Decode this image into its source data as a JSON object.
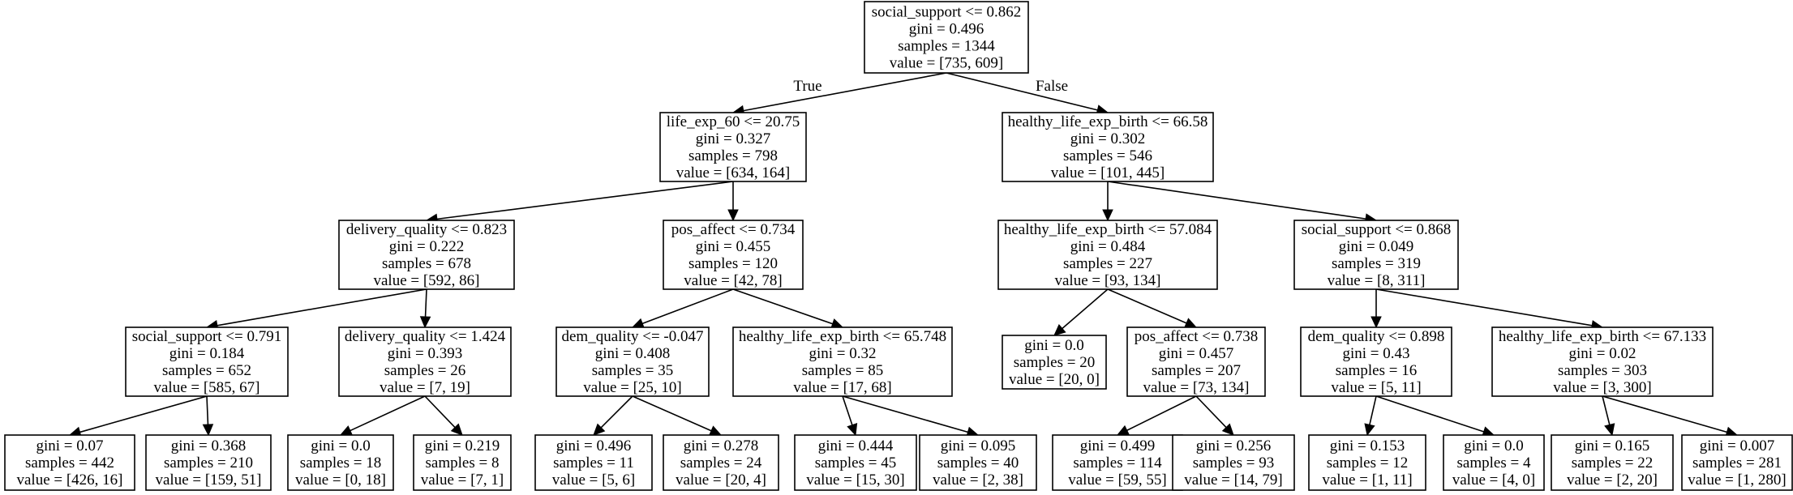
{
  "tree": {
    "nodes": [
      {
        "id": "n0",
        "lines": [
          "social_support <= 0.862",
          "gini = 0.496",
          "samples = 1344",
          "value = [735, 609]"
        ]
      },
      {
        "id": "n1",
        "lines": [
          "life_exp_60 <= 20.75",
          "gini = 0.327",
          "samples = 798",
          "value = [634, 164]"
        ]
      },
      {
        "id": "n2",
        "lines": [
          "healthy_life_exp_birth <= 66.58",
          "gini = 0.302",
          "samples = 546",
          "value = [101, 445]"
        ]
      },
      {
        "id": "n3",
        "lines": [
          "delivery_quality <= 0.823",
          "gini = 0.222",
          "samples = 678",
          "value = [592, 86]"
        ]
      },
      {
        "id": "n4",
        "lines": [
          "pos_affect <= 0.734",
          "gini = 0.455",
          "samples = 120",
          "value = [42, 78]"
        ]
      },
      {
        "id": "n5",
        "lines": [
          "healthy_life_exp_birth <= 57.084",
          "gini = 0.484",
          "samples = 227",
          "value = [93, 134]"
        ]
      },
      {
        "id": "n6",
        "lines": [
          "social_support <= 0.868",
          "gini = 0.049",
          "samples = 319",
          "value = [8, 311]"
        ]
      },
      {
        "id": "n7",
        "lines": [
          "social_support <= 0.791",
          "gini = 0.184",
          "samples = 652",
          "value = [585, 67]"
        ]
      },
      {
        "id": "n8",
        "lines": [
          "delivery_quality <= 1.424",
          "gini = 0.393",
          "samples = 26",
          "value = [7, 19]"
        ]
      },
      {
        "id": "n9",
        "lines": [
          "dem_quality <= -0.047",
          "gini = 0.408",
          "samples = 35",
          "value = [25, 10]"
        ]
      },
      {
        "id": "n10",
        "lines": [
          "healthy_life_exp_birth <= 65.748",
          "gini = 0.32",
          "samples = 85",
          "value = [17, 68]"
        ]
      },
      {
        "id": "n11",
        "lines": [
          "gini = 0.0",
          "samples = 20",
          "value = [20, 0]"
        ]
      },
      {
        "id": "n12",
        "lines": [
          "pos_affect <= 0.738",
          "gini = 0.457",
          "samples = 207",
          "value = [73, 134]"
        ]
      },
      {
        "id": "n13",
        "lines": [
          "dem_quality <= 0.898",
          "gini = 0.43",
          "samples = 16",
          "value = [5, 11]"
        ]
      },
      {
        "id": "n14",
        "lines": [
          "healthy_life_exp_birth <= 67.133",
          "gini = 0.02",
          "samples = 303",
          "value = [3, 300]"
        ]
      },
      {
        "id": "n15",
        "lines": [
          "gini = 0.07",
          "samples = 442",
          "value = [426, 16]"
        ]
      },
      {
        "id": "n16",
        "lines": [
          "gini = 0.368",
          "samples = 210",
          "value = [159, 51]"
        ]
      },
      {
        "id": "n17",
        "lines": [
          "gini = 0.0",
          "samples = 18",
          "value = [0, 18]"
        ]
      },
      {
        "id": "n18",
        "lines": [
          "gini = 0.219",
          "samples = 8",
          "value = [7, 1]"
        ]
      },
      {
        "id": "n19",
        "lines": [
          "gini = 0.496",
          "samples = 11",
          "value = [5, 6]"
        ]
      },
      {
        "id": "n20",
        "lines": [
          "gini = 0.278",
          "samples = 24",
          "value = [20, 4]"
        ]
      },
      {
        "id": "n21",
        "lines": [
          "gini = 0.444",
          "samples = 45",
          "value = [15, 30]"
        ]
      },
      {
        "id": "n22",
        "lines": [
          "gini = 0.095",
          "samples = 40",
          "value = [2, 38]"
        ]
      },
      {
        "id": "n23",
        "lines": [
          "gini = 0.499",
          "samples = 114",
          "value = [59, 55]"
        ]
      },
      {
        "id": "n24",
        "lines": [
          "gini = 0.256",
          "samples = 93",
          "value = [14, 79]"
        ]
      },
      {
        "id": "n25",
        "lines": [
          "gini = 0.153",
          "samples = 12",
          "value = [1, 11]"
        ]
      },
      {
        "id": "n26",
        "lines": [
          "gini = 0.0",
          "samples = 4",
          "value = [4, 0]"
        ]
      },
      {
        "id": "n27",
        "lines": [
          "gini = 0.165",
          "samples = 22",
          "value = [2, 20]"
        ]
      },
      {
        "id": "n28",
        "lines": [
          "gini = 0.007",
          "samples = 281",
          "value = [1, 280]"
        ]
      }
    ],
    "edges": [
      {
        "from": "n0",
        "to": "n1",
        "label": "True"
      },
      {
        "from": "n0",
        "to": "n2",
        "label": "False"
      },
      {
        "from": "n1",
        "to": "n3"
      },
      {
        "from": "n1",
        "to": "n4"
      },
      {
        "from": "n2",
        "to": "n5"
      },
      {
        "from": "n2",
        "to": "n6"
      },
      {
        "from": "n3",
        "to": "n7"
      },
      {
        "from": "n3",
        "to": "n8"
      },
      {
        "from": "n4",
        "to": "n9"
      },
      {
        "from": "n4",
        "to": "n10"
      },
      {
        "from": "n5",
        "to": "n11"
      },
      {
        "from": "n5",
        "to": "n12"
      },
      {
        "from": "n6",
        "to": "n13"
      },
      {
        "from": "n6",
        "to": "n14"
      },
      {
        "from": "n7",
        "to": "n15"
      },
      {
        "from": "n7",
        "to": "n16"
      },
      {
        "from": "n8",
        "to": "n17"
      },
      {
        "from": "n8",
        "to": "n18"
      },
      {
        "from": "n9",
        "to": "n19"
      },
      {
        "from": "n9",
        "to": "n20"
      },
      {
        "from": "n10",
        "to": "n21"
      },
      {
        "from": "n10",
        "to": "n22"
      },
      {
        "from": "n12",
        "to": "n23"
      },
      {
        "from": "n12",
        "to": "n24"
      },
      {
        "from": "n13",
        "to": "n25"
      },
      {
        "from": "n13",
        "to": "n26"
      },
      {
        "from": "n14",
        "to": "n27"
      },
      {
        "from": "n14",
        "to": "n28"
      }
    ]
  }
}
